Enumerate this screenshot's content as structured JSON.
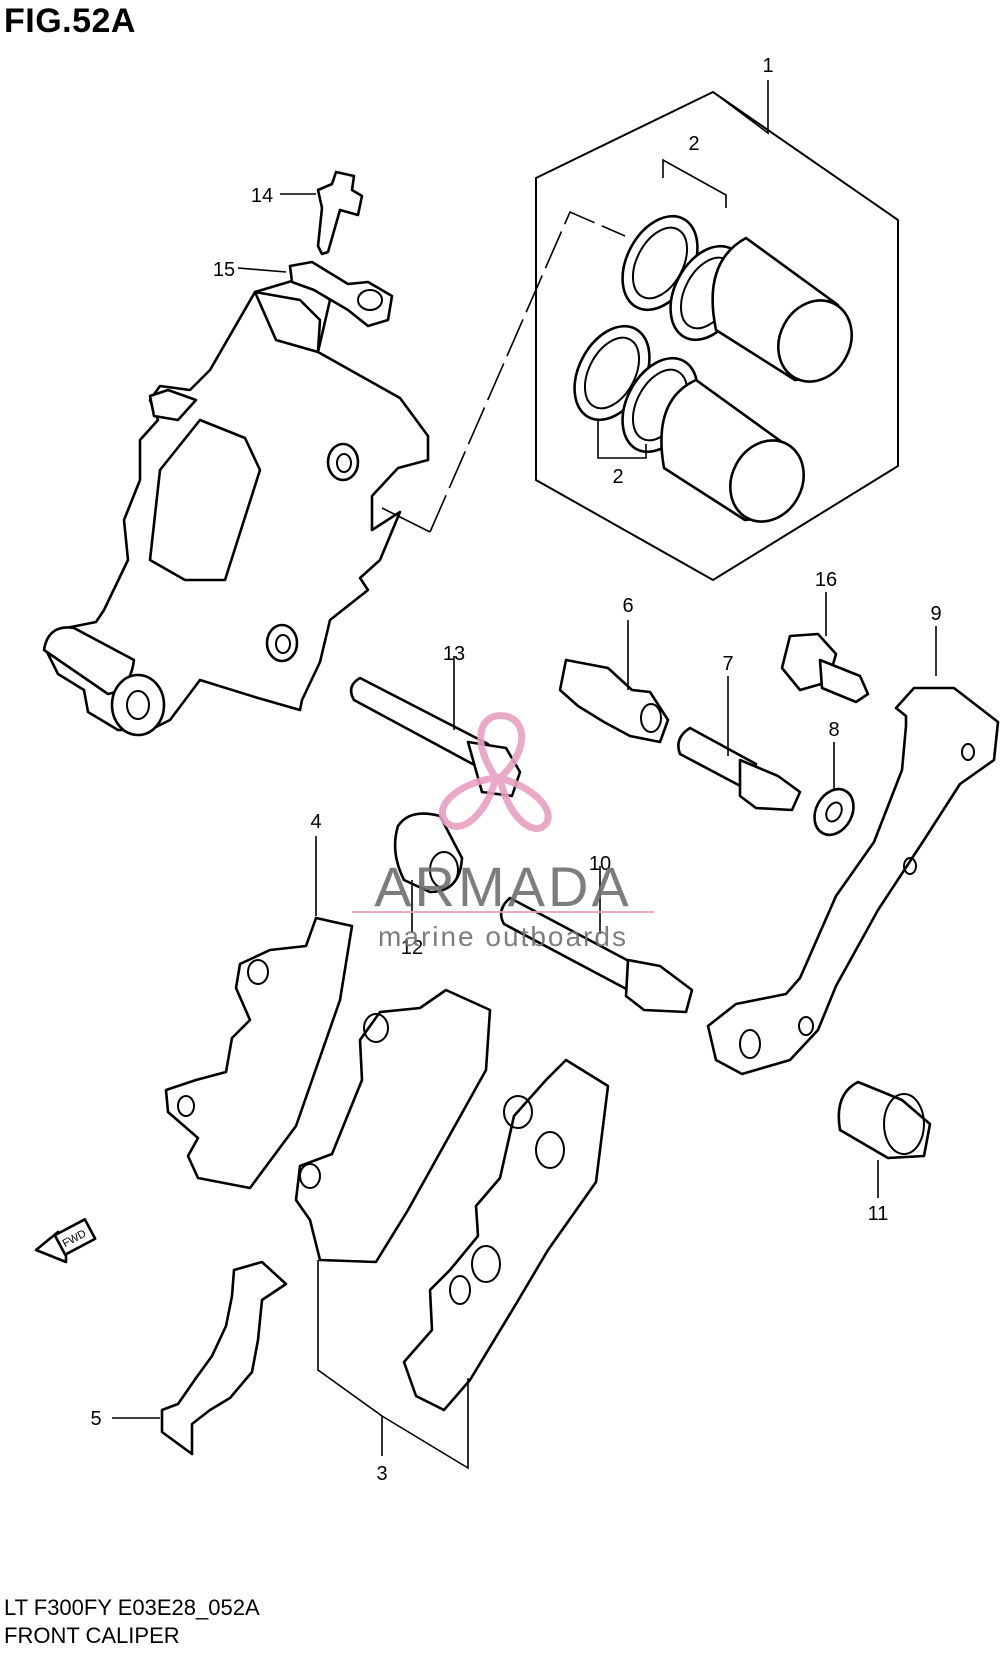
{
  "figure_title": "FIG.52A",
  "footer": {
    "model_code": "LT F300FY E03E28_052A",
    "section_name": "FRONT CALIPER"
  },
  "watermark": {
    "brand": "ARMADA",
    "tagline": "marine outboards",
    "logo_color": "#e8a0c0",
    "text_color": "#707070"
  },
  "direction_badge": "FWD",
  "callouts": {
    "p1": "1",
    "p2a": "2",
    "p2b": "2",
    "p3": "3",
    "p4": "4",
    "p5": "5",
    "p6": "6",
    "p7": "7",
    "p8": "8",
    "p9": "9",
    "p10": "10",
    "p11": "11",
    "p12": "12",
    "p13": "13",
    "p14": "14",
    "p15": "15",
    "p16": "16"
  }
}
